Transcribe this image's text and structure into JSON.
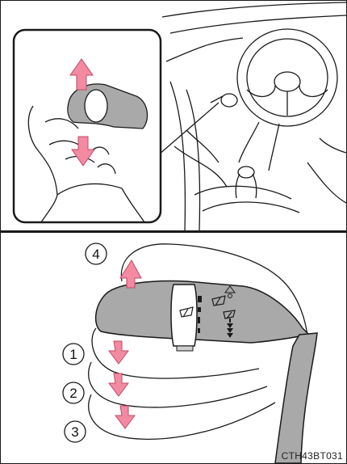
{
  "figure_code": "CTH43BT031",
  "positions": [
    {
      "number": "4"
    },
    {
      "number": "1"
    },
    {
      "number": "2"
    },
    {
      "number": "3"
    }
  ],
  "colors": {
    "arrow_pink": "#f28aa2",
    "arrow_edge": "#c24a66",
    "lever_gray": "#a9a9a9",
    "line": "#1a1a1a"
  },
  "icons": [
    "wiper-icon",
    "mist-icon",
    "washer-icon"
  ]
}
